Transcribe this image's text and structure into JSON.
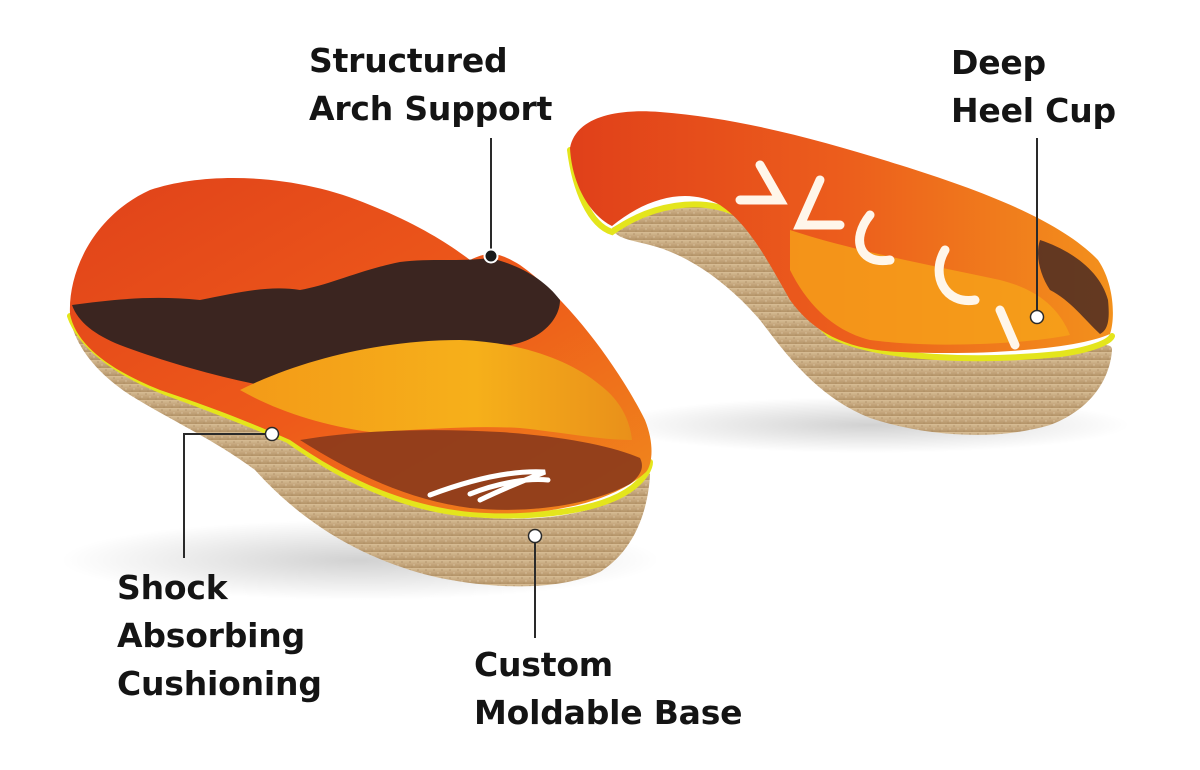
{
  "callouts": {
    "arch_support": {
      "lines": [
        "Structured",
        "Arch Support"
      ]
    },
    "heel_cup": {
      "lines": [
        "Deep",
        "Heel Cup"
      ]
    },
    "cushioning": {
      "lines": [
        "Shock",
        "Absorbing",
        "Cushioning"
      ]
    },
    "base": {
      "lines": [
        "Custom",
        "Moldable Base"
      ]
    }
  },
  "colors": {
    "label_text": "#141414",
    "leader_line": "#2a2a2a",
    "top_sheet_red": "#e0421a",
    "top_sheet_orange": "#f6a017",
    "top_sheet_dark": "#3b2520",
    "edge_trim": "#e4e51c",
    "cork_base": "#c9ad85"
  },
  "icons": {
    "brand_mark": "swoosh-icon",
    "brand_lettering": "brand-lettering"
  }
}
